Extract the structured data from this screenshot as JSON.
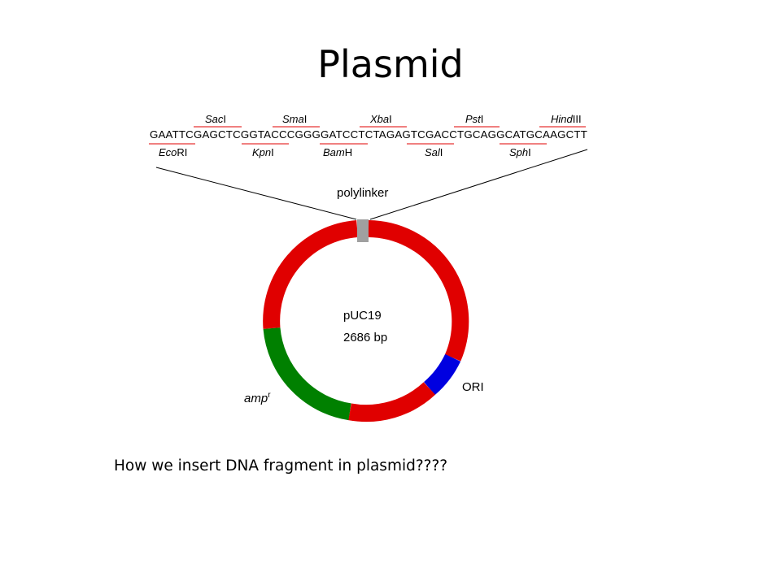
{
  "title": "Plasmid",
  "caption": "How we insert DNA fragment in plasmid????",
  "sequence": "GAATTCGAGCTCGGTACCCGGGGATCCTCTAGAGTCGACCTGCAGGCATGCAAGCTT",
  "enzymes_top": [
    {
      "italic": "Sac",
      "roman": "I"
    },
    {
      "italic": "Sma",
      "roman": "I"
    },
    {
      "italic": "Xba",
      "roman": "I"
    },
    {
      "italic": "Pst",
      "roman": "I"
    },
    {
      "italic": "Hind",
      "roman": "III"
    }
  ],
  "enzymes_bottom": [
    {
      "italic": "Eco",
      "roman": "RI"
    },
    {
      "italic": "Kpn",
      "roman": "I"
    },
    {
      "italic": "Bam",
      "roman": "H"
    },
    {
      "italic": "Sal",
      "roman": "I"
    },
    {
      "italic": "Sph",
      "roman": "I"
    }
  ],
  "labels": {
    "polylinker": "polylinker",
    "plasmid_name": "pUC19",
    "plasmid_size": "2686 bp",
    "ori": "ORI",
    "amp_base": "amp",
    "amp_sup": "r"
  },
  "colors": {
    "backbone": "#e00000",
    "ori": "#0000e0",
    "ampr": "#008000",
    "polylinker": "#a0a0a0",
    "underline": "#e00000"
  }
}
